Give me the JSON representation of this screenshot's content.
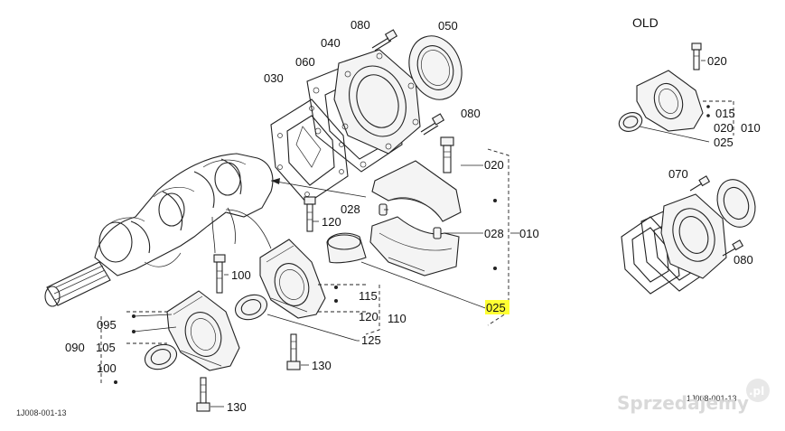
{
  "header": {
    "old": "OLD"
  },
  "labels": {
    "p080a": "080",
    "p050": "050",
    "p040": "040",
    "p060": "060",
    "p030": "030",
    "p080b": "080",
    "p020": "020",
    "p028a": "028",
    "p028b": "028",
    "p010": "010",
    "p025": "025",
    "p120a": "120",
    "p100a": "100",
    "p115": "115",
    "p120b": "120",
    "p110": "110",
    "p095": "095",
    "p090": "090",
    "p105": "105",
    "p100b": "100",
    "p125": "125",
    "p130a": "130",
    "p130b": "130",
    "o020a": "020",
    "o015": "015",
    "o020b": "020",
    "o010": "010",
    "o025": "025",
    "o070": "070",
    "o080": "080"
  },
  "footer": {
    "code": "1J008-001-13",
    "code_right": "1J008-001-13"
  },
  "watermark": {
    "brand": "Sprzedajemy",
    "badge": ".pl"
  },
  "colors": {
    "highlight": "#ffff33",
    "ink": "#222222"
  }
}
